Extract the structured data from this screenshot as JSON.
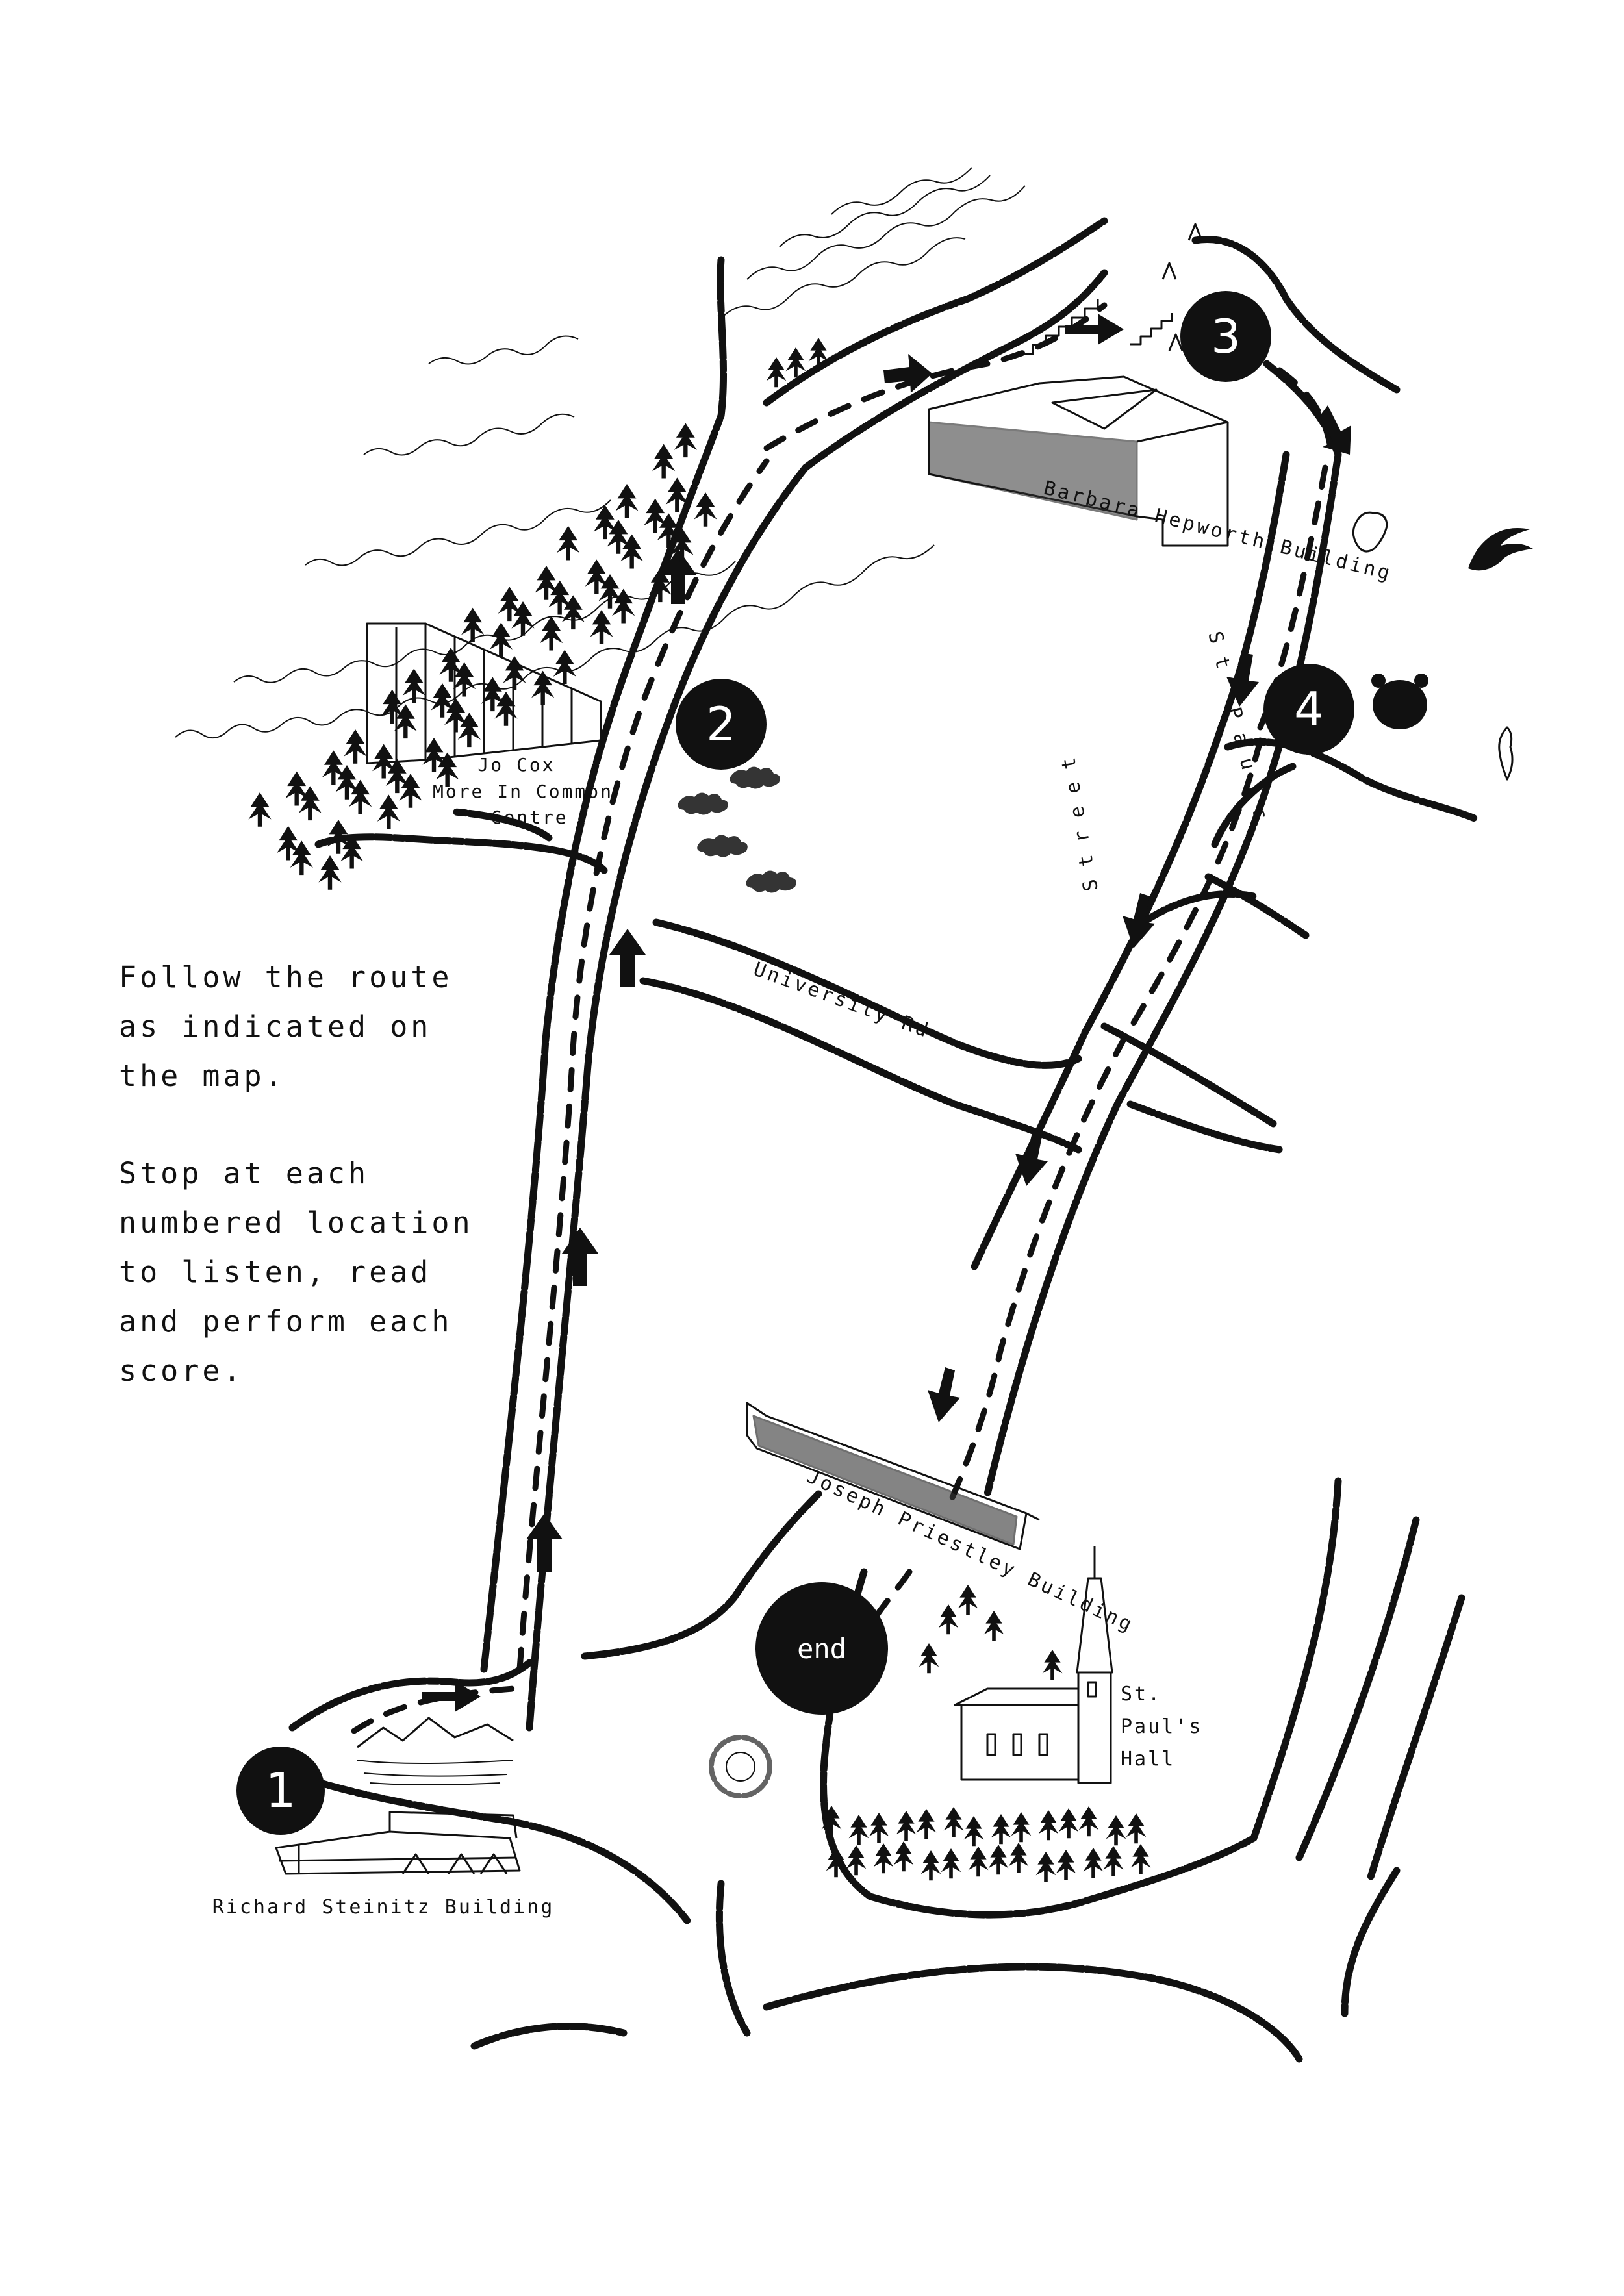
{
  "instructions": {
    "paragraph_1": [
      "Follow the route",
      "as indicated on",
      "the map."
    ],
    "paragraph_2": [
      "Stop at each",
      "numbered location",
      "to listen, read",
      "and perform each",
      "score."
    ]
  },
  "stops": {
    "stop_1": "1",
    "stop_2": "2",
    "stop_3": "3",
    "stop_4": "4",
    "end": "end"
  },
  "buildings": {
    "richard_steinitz": "Richard Steinitz Building",
    "jo_cox": [
      "Jo Cox",
      "More In Common",
      "Centre"
    ],
    "barbara_hepworth": "Barbara Hepworth Building",
    "joseph_priestley": "Joseph Priestley Building",
    "st_pauls_hall": [
      "St.",
      "Paul's",
      "Hall"
    ]
  },
  "streets": {
    "university_rd": "University Rd",
    "st_pauls_street_part1": "St Pauls",
    "st_pauls_street_part2": "Street"
  },
  "colors": {
    "ink": "#111111",
    "paper": "#ffffff"
  },
  "icons": [
    "tree-icon",
    "bird-icon",
    "bear-icon",
    "animal-icon",
    "church-icon",
    "stairs-icon",
    "arrow-icon"
  ]
}
